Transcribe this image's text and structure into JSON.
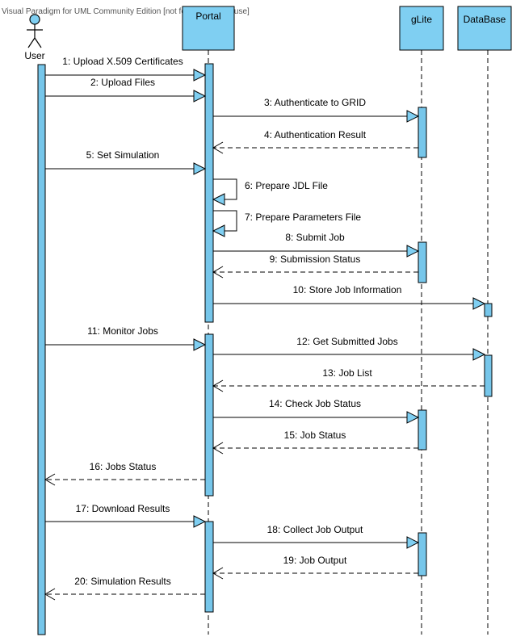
{
  "watermark": "Visual Paradigm for UML Community Edition [not for commercial use]",
  "colors": {
    "box_fill": "#7fcff2",
    "activation_fill": "#76c6ea",
    "line": "#000000",
    "return_dash": "#000000"
  },
  "participants": [
    {
      "id": "user",
      "name": "User",
      "kind": "actor"
    },
    {
      "id": "portal",
      "name": "Portal",
      "kind": "object"
    },
    {
      "id": "glite",
      "name": "gLite",
      "kind": "object"
    },
    {
      "id": "database",
      "name": "DataBase",
      "kind": "object"
    }
  ],
  "messages": [
    {
      "n": 1,
      "from": "user",
      "to": "portal",
      "label": "1: Upload X.509 Certificates",
      "type": "sync"
    },
    {
      "n": 2,
      "from": "user",
      "to": "portal",
      "label": "2: Upload Files",
      "type": "sync"
    },
    {
      "n": 3,
      "from": "portal",
      "to": "glite",
      "label": "3: Authenticate to GRID",
      "type": "sync"
    },
    {
      "n": 4,
      "from": "glite",
      "to": "portal",
      "label": "4: Authentication Result",
      "type": "return"
    },
    {
      "n": 5,
      "from": "user",
      "to": "portal",
      "label": "5: Set Simulation",
      "type": "sync"
    },
    {
      "n": 6,
      "from": "portal",
      "to": "portal",
      "label": "6: Prepare JDL File",
      "type": "self"
    },
    {
      "n": 7,
      "from": "portal",
      "to": "portal",
      "label": "7: Prepare Parameters File",
      "type": "self"
    },
    {
      "n": 8,
      "from": "portal",
      "to": "glite",
      "label": "8: Submit Job",
      "type": "sync"
    },
    {
      "n": 9,
      "from": "glite",
      "to": "portal",
      "label": "9: Submission Status",
      "type": "return"
    },
    {
      "n": 10,
      "from": "portal",
      "to": "database",
      "label": "10: Store Job Information",
      "type": "sync"
    },
    {
      "n": 11,
      "from": "user",
      "to": "portal",
      "label": "11: Monitor Jobs",
      "type": "sync"
    },
    {
      "n": 12,
      "from": "portal",
      "to": "database",
      "label": "12: Get Submitted Jobs",
      "type": "sync"
    },
    {
      "n": 13,
      "from": "database",
      "to": "portal",
      "label": "13: Job List",
      "type": "return"
    },
    {
      "n": 14,
      "from": "portal",
      "to": "glite",
      "label": "14: Check Job Status",
      "type": "sync"
    },
    {
      "n": 15,
      "from": "glite",
      "to": "portal",
      "label": "15: Job Status",
      "type": "return"
    },
    {
      "n": 16,
      "from": "portal",
      "to": "user",
      "label": "16: Jobs Status",
      "type": "return"
    },
    {
      "n": 17,
      "from": "user",
      "to": "portal",
      "label": "17: Download Results",
      "type": "sync"
    },
    {
      "n": 18,
      "from": "portal",
      "to": "glite",
      "label": "18: Collect Job Output",
      "type": "sync"
    },
    {
      "n": 19,
      "from": "glite",
      "to": "portal",
      "label": "19: Job Output",
      "type": "return"
    },
    {
      "n": 20,
      "from": "portal",
      "to": "user",
      "label": "20: Simulation Results",
      "type": "return"
    }
  ]
}
